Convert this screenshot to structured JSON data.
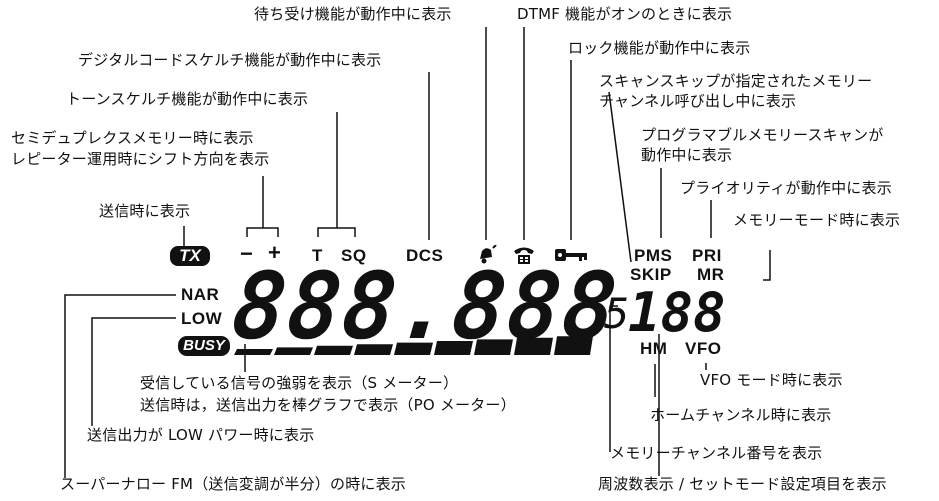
{
  "labels": {
    "standby": "待ち受け機能が動作中に表示",
    "dtmf": "DTMF 機能がオンのときに表示",
    "dcs": "デジタルコードスケルチ機能が動作中に表示",
    "lock": "ロック機能が動作中に表示",
    "skip_1": "スキャンスキップが指定されたメモリー",
    "skip_2": "チャンネル呼び出し中に表示",
    "tone_sql": "トーンスケルチ機能が動作中に表示",
    "pms_1": "プログラマブルメモリースキャンが",
    "pms_2": "動作中に表示",
    "semi_duplex_1": "セミデュプレクスメモリー時に表示",
    "semi_duplex_2": "レピーター運用時にシフト方向を表示",
    "priority": "プライオリティが動作中に表示",
    "tx": "送信時に表示",
    "memory_mode": "メモリーモード時に表示",
    "s_meter_1": "受信している信号の強弱を表示（S メーター）",
    "s_meter_2": "送信時は，送信出力を棒グラフで表示（PO メーター）",
    "vfo": "VFO モード時に表示",
    "home": "ホームチャンネル時に表示",
    "low_power": "送信出力が LOW パワー時に表示",
    "memory_channel": "メモリーチャンネル番号を表示",
    "narrow": "スーパーナロー FM（送信変調が半分）の時に表示",
    "frequency": "周波数表示 / セットモード設定項目を表示"
  },
  "display": {
    "tx": "TX",
    "minus": "−",
    "plus": "+",
    "t": "T",
    "sq": "SQ",
    "dcs": "DCS",
    "pms": "PMS",
    "pri": "PRI",
    "skip": "SKIP",
    "mr": "MR",
    "nar": "NAR",
    "low": "LOW",
    "busy": "BUSY",
    "hm": "HM",
    "vfo": "VFO",
    "frequency_digits": "888.888",
    "five_small": "5",
    "channel_digits": "188"
  },
  "s_meter_segments": 9,
  "icons": [
    "bell-icon",
    "telephone-icon",
    "key-icon"
  ]
}
